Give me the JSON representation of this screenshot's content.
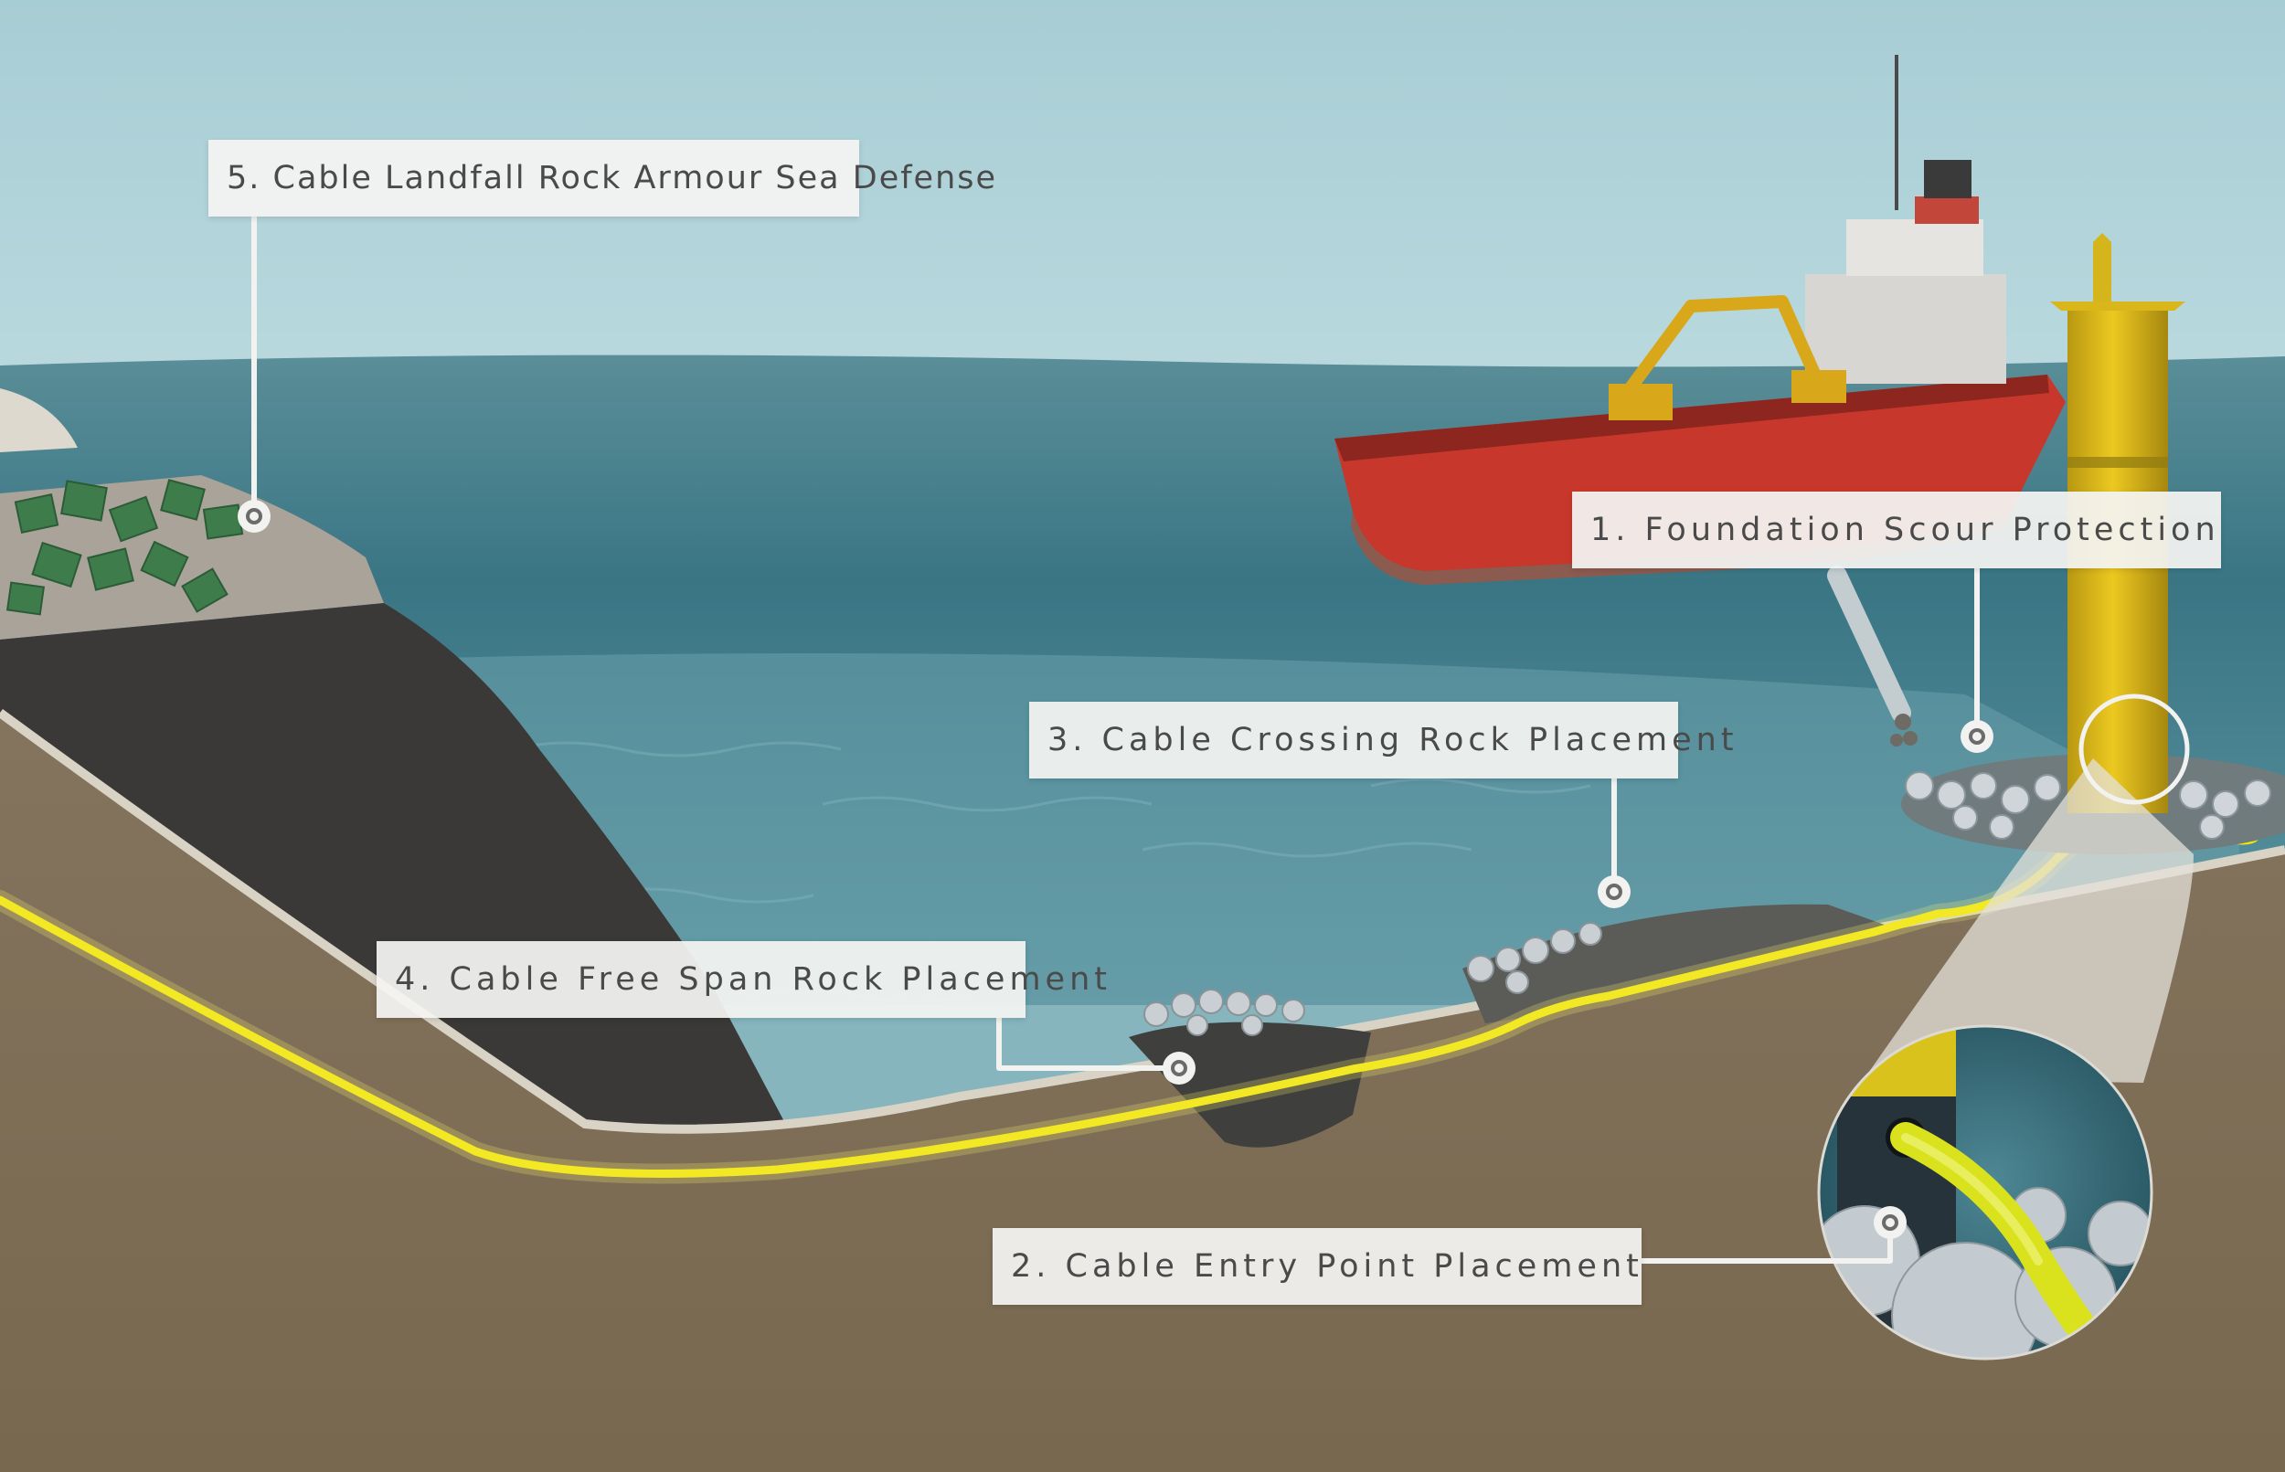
{
  "callouts": {
    "foundation_scour": "1. Foundation Scour Protection",
    "cable_entry": "2. Cable Entry Point Placement",
    "cable_crossing": "3. Cable Crossing Rock Placement",
    "free_span": "4. Cable Free Span Rock Placement",
    "landfall": "5. Cable Landfall Rock Armour Sea Defense"
  },
  "colors": {
    "sky": "#a9cfd6",
    "sea": "#3f7d8c",
    "seabed": "#7d6d58",
    "cliff": "#3a3937",
    "cable": "#f1e60c",
    "ship_hull": "#c8372b",
    "monopile": "#e3c01c",
    "armour_units": "#3c7a4a",
    "label_background": "#f4f4f2",
    "label_text": "#4a4a4a"
  }
}
